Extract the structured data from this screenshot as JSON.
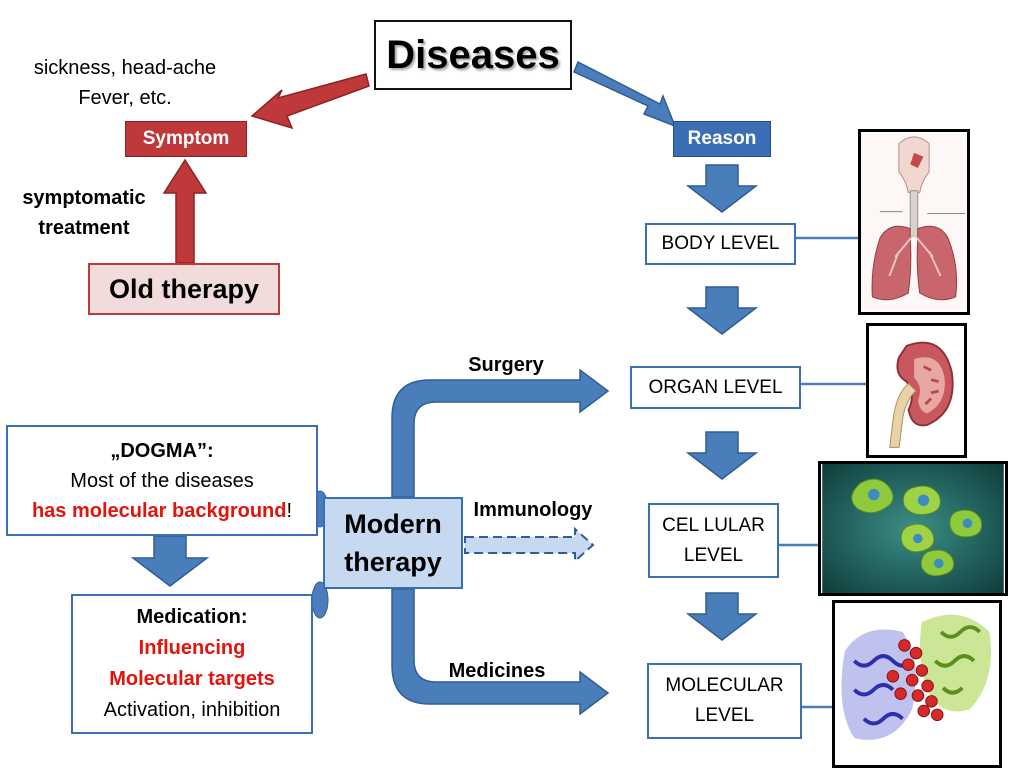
{
  "title": "Diseases",
  "symptom": {
    "examples_line1": "sickness, head-ache",
    "examples_line2": "Fever, etc.",
    "badge": "Symptom",
    "treatment_line1": "symptomatic",
    "treatment_line2": "treatment",
    "old_therapy": "Old therapy"
  },
  "reason": {
    "badge": "Reason",
    "levels": {
      "body": "BODY LEVEL",
      "organ": "ORGAN LEVEL",
      "cell_line1": "CEL LULAR",
      "cell_line2": "LEVEL",
      "molecular_line1": "MOLECULAR",
      "molecular_line2": "LEVEL"
    }
  },
  "dogma": {
    "heading": "„DOGMA”:",
    "line2": "Most of the diseases",
    "highlight": "has molecular background",
    "suffix": "!"
  },
  "medication": {
    "heading": "Medication:",
    "line2": "Influencing",
    "line3": "Molecular targets",
    "line4": "Activation, inhibition"
  },
  "modern_therapy": {
    "line1": "Modern",
    "line2": "therapy",
    "routes": {
      "surgery": "Surgery",
      "immunology": "Immunology",
      "medicines": "Medicines"
    }
  },
  "colors": {
    "red_arrow": "#c0393a",
    "blue_arrow": "#4a7ebb",
    "red_text": "#e3140d",
    "modern_fill": "#c6d9f1",
    "old_fill": "#f2dcdb"
  },
  "illustrations": [
    "lungs-illustration",
    "kidney-illustration",
    "cells-illustration",
    "protein-illustration"
  ]
}
